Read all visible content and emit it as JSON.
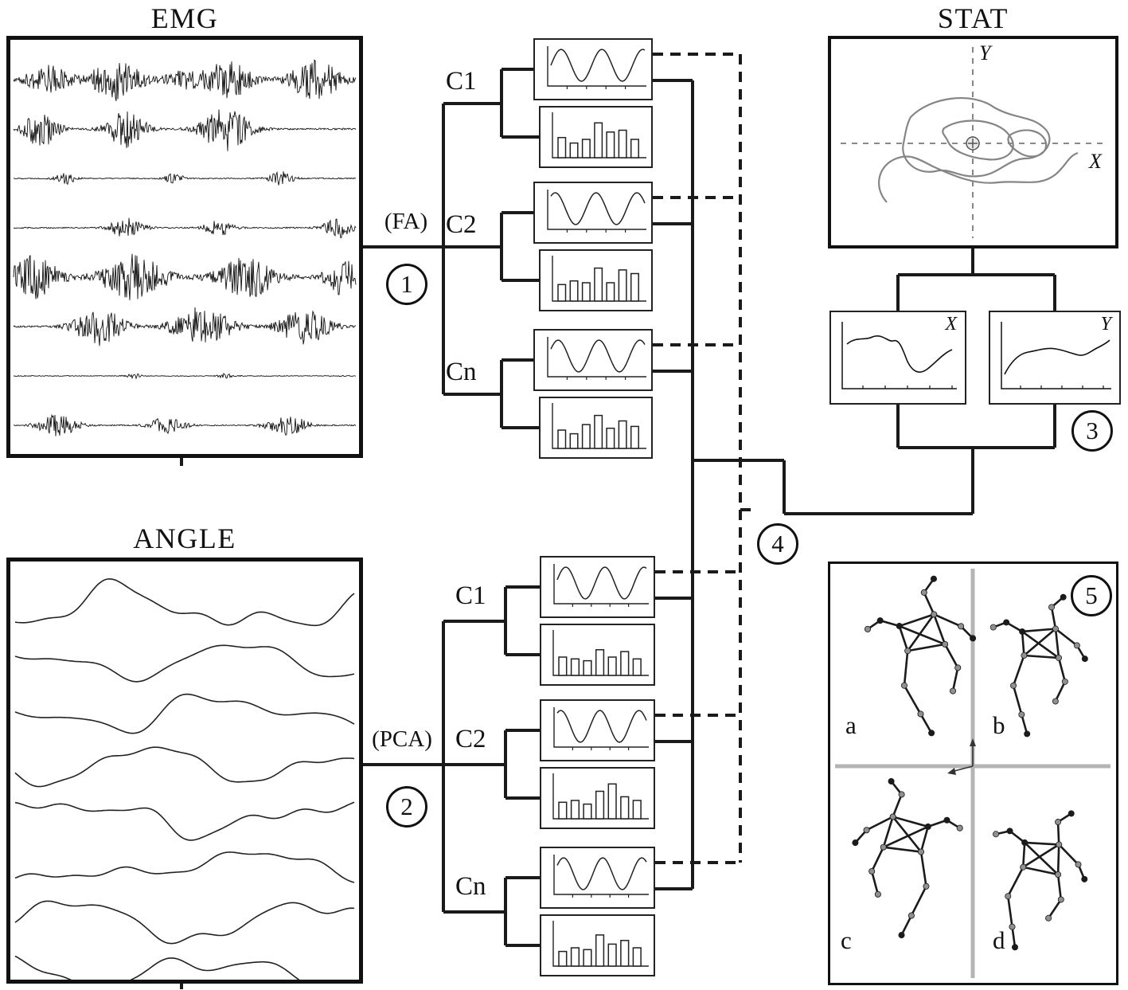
{
  "colors": {
    "line": "#1a1a1a",
    "trace": "#111111",
    "smooth_trace": "#222222",
    "gray_trajectory": "#858585",
    "axis_gray": "#b4b4b4"
  },
  "panels": {
    "emg": {
      "title": "EMG"
    },
    "angle": {
      "title": "ANGLE"
    },
    "stat": {
      "title": "STAT",
      "x_axis_label": "X",
      "y_axis_label": "Y"
    },
    "x_plot": {
      "label": "X"
    },
    "y_plot": {
      "label": "Y"
    },
    "skeleton": {
      "quadrant_labels": [
        "a",
        "b",
        "c",
        "d"
      ]
    }
  },
  "branches": {
    "emg": {
      "method_label": "(FA)",
      "step_number": "1",
      "components": [
        "C1",
        "C2",
        "Cn"
      ]
    },
    "angle": {
      "method_label": "(PCA)",
      "step_number": "2",
      "components": [
        "C1",
        "C2",
        "Cn"
      ]
    }
  },
  "steps": {
    "stat": "3",
    "merge": "4",
    "skeleton": "5"
  },
  "component_plots": {
    "emg": [
      {
        "sine_phase": 0.0,
        "bars": [
          0.55,
          0.4,
          0.5,
          0.95,
          0.7,
          0.75,
          0.5
        ]
      },
      {
        "sine_phase": 0.9,
        "bars": [
          0.45,
          0.55,
          0.5,
          0.9,
          0.5,
          0.85,
          0.75
        ]
      },
      {
        "sine_phase": 0.45,
        "bars": [
          0.5,
          0.4,
          0.65,
          0.9,
          0.55,
          0.75,
          0.6
        ]
      }
    ],
    "angle": [
      {
        "sine_phase": 0.2,
        "bars": [
          0.5,
          0.45,
          0.4,
          0.7,
          0.5,
          0.65,
          0.45
        ]
      },
      {
        "sine_phase": 1.0,
        "bars": [
          0.45,
          0.5,
          0.4,
          0.75,
          0.95,
          0.6,
          0.5
        ]
      },
      {
        "sine_phase": 0.55,
        "bars": [
          0.4,
          0.5,
          0.45,
          0.85,
          0.6,
          0.7,
          0.5
        ]
      }
    ]
  },
  "signals": {
    "emg_traces": [
      {
        "seed": 8,
        "noise": 1.5,
        "bursts": [
          [
            0.1,
            0.045,
            17
          ],
          [
            0.3,
            0.05,
            27
          ],
          [
            0.5,
            0.04,
            12
          ],
          [
            0.63,
            0.045,
            25
          ],
          [
            0.88,
            0.05,
            27
          ]
        ]
      },
      {
        "seed": 15,
        "noise": 1.0,
        "bursts": [
          [
            0.08,
            0.035,
            23
          ],
          [
            0.33,
            0.04,
            23
          ],
          [
            0.62,
            0.05,
            27
          ]
        ]
      },
      {
        "seed": 22,
        "noise": 0.7,
        "bursts": [
          [
            0.15,
            0.02,
            8
          ],
          [
            0.47,
            0.02,
            6
          ],
          [
            0.78,
            0.025,
            9
          ]
        ]
      },
      {
        "seed": 29,
        "noise": 0.8,
        "bursts": [
          [
            0.33,
            0.035,
            12
          ],
          [
            0.6,
            0.03,
            9
          ],
          [
            0.95,
            0.03,
            13
          ]
        ]
      },
      {
        "seed": 36,
        "noise": 1.5,
        "bursts": [
          [
            0.06,
            0.05,
            27
          ],
          [
            0.35,
            0.065,
            28
          ],
          [
            0.68,
            0.06,
            26
          ],
          [
            0.96,
            0.035,
            22
          ]
        ]
      },
      {
        "seed": 43,
        "noise": 1.0,
        "bursts": [
          [
            0.25,
            0.05,
            24
          ],
          [
            0.55,
            0.06,
            25
          ],
          [
            0.85,
            0.05,
            23
          ]
        ]
      },
      {
        "seed": 50,
        "noise": 0.5,
        "bursts": [
          [
            0.35,
            0.015,
            3
          ],
          [
            0.62,
            0.015,
            3
          ]
        ]
      },
      {
        "seed": 57,
        "noise": 0.7,
        "bursts": [
          [
            0.13,
            0.04,
            14
          ],
          [
            0.45,
            0.035,
            12
          ],
          [
            0.8,
            0.04,
            13
          ]
        ]
      }
    ],
    "angle_traces": [
      {
        "seed": 11,
        "amp": 40
      },
      {
        "seed": 22,
        "amp": 30
      },
      {
        "seed": 33,
        "amp": 34
      },
      {
        "seed": 44,
        "amp": 30
      },
      {
        "seed": 55,
        "amp": 33
      },
      {
        "seed": 66,
        "amp": 29
      },
      {
        "seed": 77,
        "amp": 34
      },
      {
        "seed": 88,
        "amp": 30
      }
    ]
  },
  "skeleton_figures": {
    "template_segments": [
      [
        [
          95,
          0
        ],
        [
          78,
          18
        ]
      ],
      [
        [
          78,
          18
        ],
        [
          88,
          52
        ]
      ],
      [
        [
          35,
          62
        ],
        [
          88,
          52
        ]
      ],
      [
        [
          88,
          52
        ],
        [
          98,
          98
        ]
      ],
      [
        [
          98,
          98
        ],
        [
          42,
          100
        ]
      ],
      [
        [
          42,
          100
        ],
        [
          35,
          62
        ]
      ],
      [
        [
          35,
          62
        ],
        [
          98,
          98
        ]
      ],
      [
        [
          88,
          52
        ],
        [
          42,
          100
        ]
      ],
      [
        [
          35,
          62
        ],
        [
          8,
          50
        ]
      ],
      [
        [
          8,
          50
        ],
        [
          -12,
          60
        ]
      ],
      [
        [
          88,
          52
        ],
        [
          125,
          75
        ]
      ],
      [
        [
          125,
          75
        ],
        [
          140,
          95
        ]
      ],
      [
        [
          42,
          100
        ],
        [
          30,
          150
        ]
      ],
      [
        [
          30,
          150
        ],
        [
          48,
          195
        ]
      ],
      [
        [
          48,
          195
        ],
        [
          60,
          225
        ]
      ],
      [
        [
          98,
          98
        ],
        [
          112,
          135
        ]
      ],
      [
        [
          112,
          135
        ],
        [
          100,
          168
        ]
      ]
    ],
    "template_joints": [
      [
        95,
        0
      ],
      [
        78,
        18
      ],
      [
        88,
        52
      ],
      [
        35,
        62
      ],
      [
        98,
        98
      ],
      [
        42,
        100
      ],
      [
        8,
        50
      ],
      [
        -12,
        60
      ],
      [
        125,
        75
      ],
      [
        140,
        95
      ],
      [
        30,
        150
      ],
      [
        48,
        195
      ],
      [
        60,
        225
      ],
      [
        112,
        135
      ],
      [
        100,
        168
      ]
    ]
  }
}
